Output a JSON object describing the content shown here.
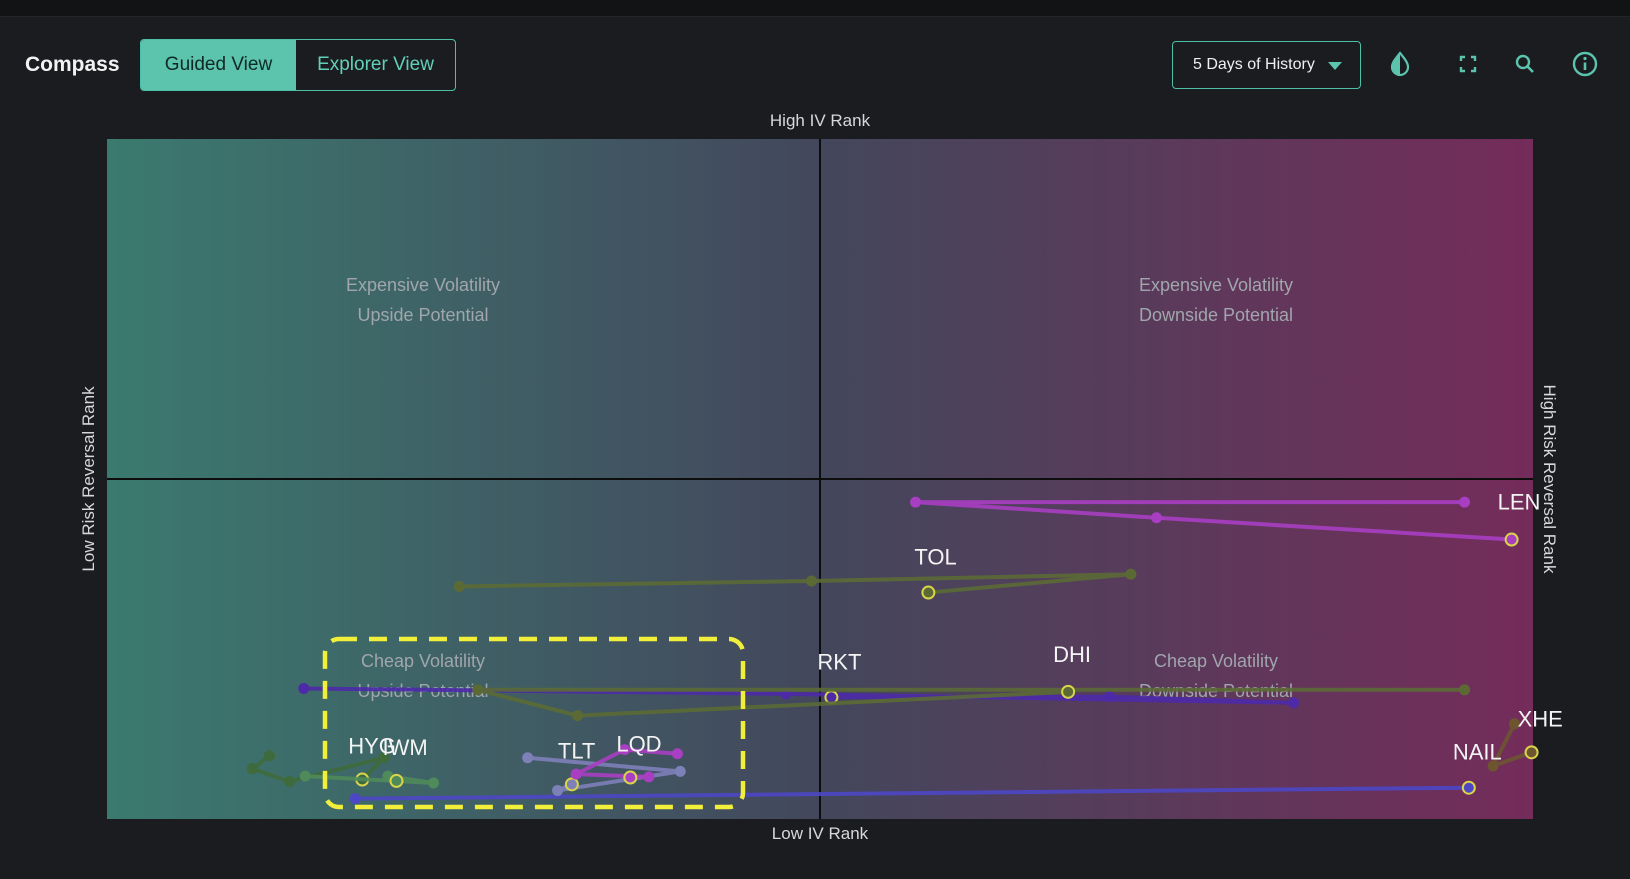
{
  "app": {
    "title": "Compass"
  },
  "view_toggle": {
    "guided_label": "Guided View",
    "explorer_label": "Explorer View",
    "active": "Guided View"
  },
  "history_select": {
    "value": "5 Days of History"
  },
  "toolbar_icons": [
    "contrast-icon",
    "fullscreen-icon",
    "zoom-icon",
    "info-icon"
  ],
  "colors": {
    "accent": "#5cc3ad",
    "quad_left": "#3b7a6f",
    "quad_right": "#742c5a",
    "highlight_box": "#f2ef3a"
  },
  "chart_data": {
    "type": "scatter",
    "xlabel_top": "High IV Rank",
    "xlabel_bottom": "Low IV Rank",
    "ylabel_left": "Low Risk Reversal Rank",
    "ylabel_right": "High Risk Reversal Rank",
    "xlim": [
      0,
      100
    ],
    "ylim": [
      0,
      100
    ],
    "quadrants": [
      {
        "lines": [
          "Expensive Volatility",
          "Upside Potential"
        ]
      },
      {
        "lines": [
          "Expensive Volatility",
          "Downside Potential"
        ]
      },
      {
        "lines": [
          "Cheap Volatility",
          "Upside Potential"
        ]
      },
      {
        "lines": [
          "Cheap Volatility",
          "Downside Potential"
        ]
      }
    ],
    "series": [
      {
        "name": "LEN",
        "color": "#a83ec2",
        "points": [
          [
            95.2,
            46.6
          ],
          [
            56.7,
            46.6
          ],
          [
            73.6,
            44.3
          ],
          [
            98.5,
            41.1
          ]
        ]
      },
      {
        "name": "TOL",
        "color": "#5b6a35",
        "points": [
          [
            24.7,
            34.2
          ],
          [
            49.4,
            35.0
          ],
          [
            71.8,
            36.0
          ],
          [
            57.6,
            33.3
          ]
        ]
      },
      {
        "name": "RKT",
        "color": "#4d2aa8",
        "points": [
          [
            13.8,
            19.2
          ],
          [
            47.6,
            18.4
          ],
          [
            83.2,
            17.1
          ],
          [
            70.3,
            18.0
          ],
          [
            50.8,
            17.9
          ]
        ]
      },
      {
        "name": "DHI",
        "color": "#5b6a35",
        "points": [
          [
            95.2,
            19.0
          ],
          [
            26.0,
            19.0
          ],
          [
            33.0,
            15.2
          ],
          [
            67.4,
            18.7
          ]
        ]
      },
      {
        "name": "XHE",
        "color": "#6d5530",
        "points": [
          [
            98.7,
            14.0
          ],
          [
            97.2,
            7.8
          ],
          [
            99.9,
            9.8
          ]
        ]
      },
      {
        "name": "NAIL",
        "color": "#4c47c4",
        "points": [
          [
            17.4,
            3.0
          ],
          [
            95.5,
            4.6
          ]
        ]
      },
      {
        "name": "HYG",
        "color": "#3e6a3c",
        "points": [
          [
            11.4,
            9.3
          ],
          [
            10.2,
            7.4
          ],
          [
            12.8,
            5.5
          ],
          [
            19.4,
            9.0
          ],
          [
            17.9,
            5.8
          ]
        ]
      },
      {
        "name": "IWM",
        "color": "#4f8a5a",
        "points": [
          [
            13.9,
            6.3
          ],
          [
            22.9,
            5.3
          ],
          [
            19.7,
            6.3
          ],
          [
            20.3,
            5.6
          ]
        ]
      },
      {
        "name": "TLT",
        "color": "#7e80b8",
        "points": [
          [
            29.5,
            9.0
          ],
          [
            40.2,
            7.0
          ],
          [
            31.6,
            4.2
          ],
          [
            32.6,
            5.1
          ]
        ]
      },
      {
        "name": "LQD",
        "color": "#a83ec2",
        "points": [
          [
            40.0,
            9.6
          ],
          [
            36.3,
            10.2
          ],
          [
            32.9,
            6.6
          ],
          [
            38.0,
            6.2
          ],
          [
            36.7,
            6.1
          ]
        ]
      }
    ]
  }
}
